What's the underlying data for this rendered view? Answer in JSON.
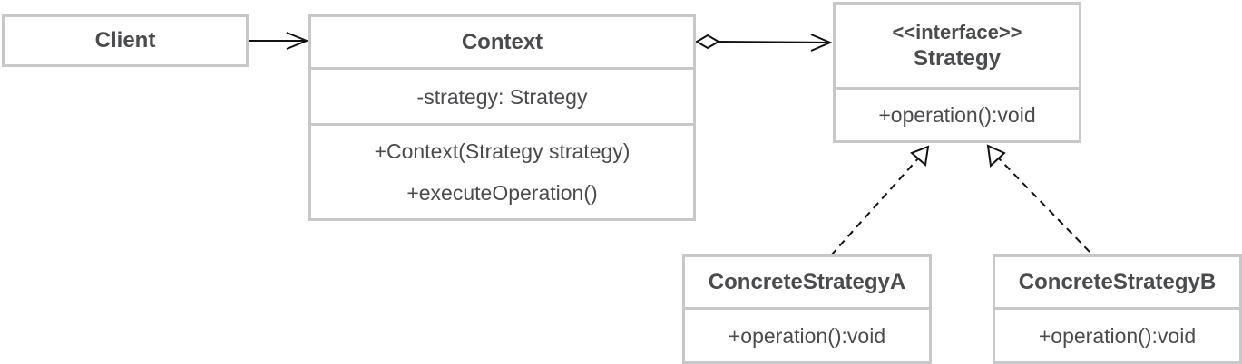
{
  "client": {
    "name": "Client"
  },
  "context": {
    "name": "Context",
    "attributes": [
      "-strategy: Strategy"
    ],
    "methods": [
      "+Context(Strategy strategy)",
      "+executeOperation()"
    ]
  },
  "strategy": {
    "stereotype": "<<interface>>",
    "name": "Strategy",
    "methods": [
      "+operation():void"
    ]
  },
  "concrete_a": {
    "name": "ConcreteStrategyA",
    "methods": [
      "+operation():void"
    ]
  },
  "concrete_b": {
    "name": "ConcreteStrategyB",
    "methods": [
      "+operation():void"
    ]
  },
  "colors": {
    "border": "#c6c8c9",
    "text": "#4a4b4d",
    "line": "#111111"
  }
}
